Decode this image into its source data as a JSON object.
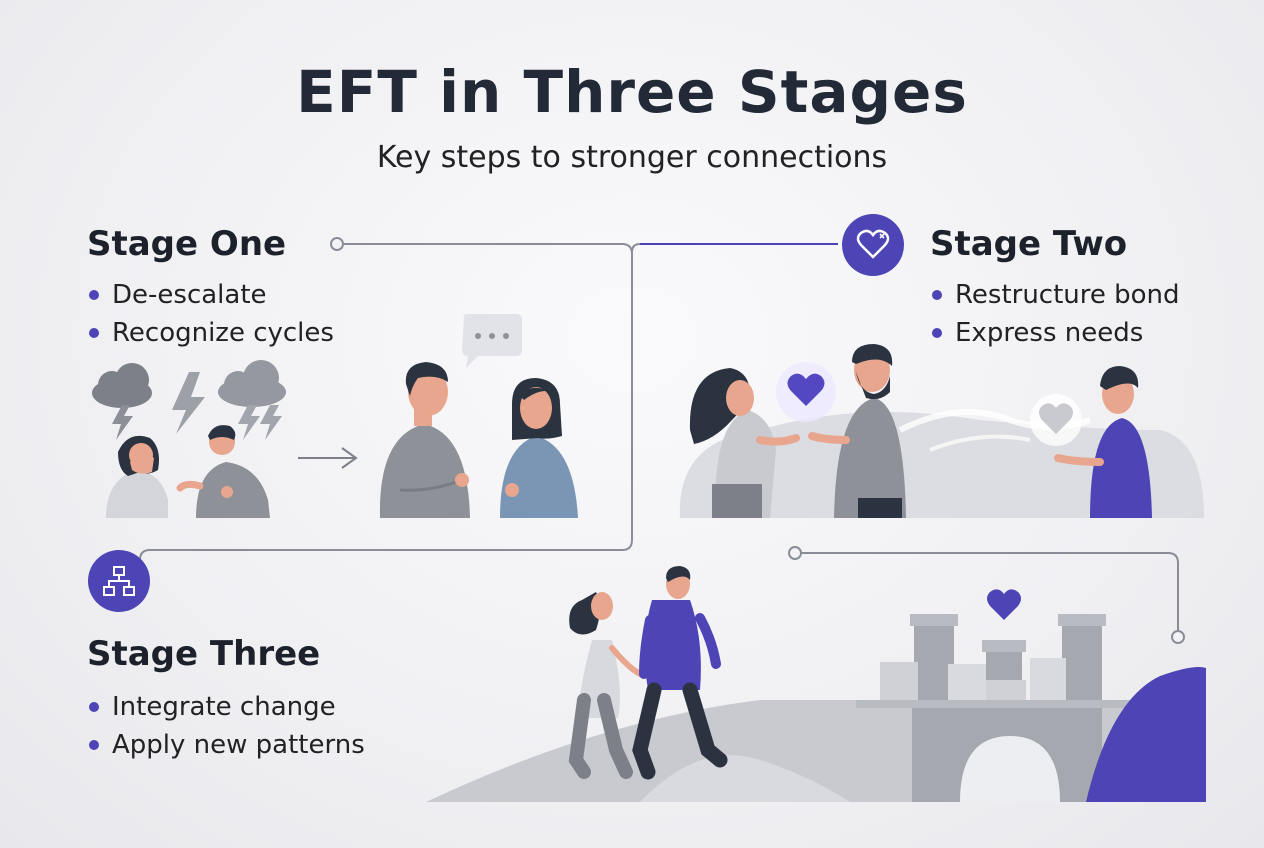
{
  "header": {
    "title": "EFT in Three Stages",
    "subtitle": "Key steps to stronger connections"
  },
  "stages": [
    {
      "title": "Stage One",
      "bullets": [
        "De-escalate",
        "Recognize cycles"
      ],
      "icon": "none"
    },
    {
      "title": "Stage Two",
      "bullets": [
        "Restructure bond",
        "Express needs"
      ],
      "icon": "heart-icon"
    },
    {
      "title": "Stage Three",
      "bullets": [
        "Integrate change",
        "Apply new patterns"
      ],
      "icon": "hierarchy-icon"
    }
  ],
  "colors": {
    "accent": "#4d44b5",
    "connector": "#8a8d98",
    "figure_gray": "#8f9198",
    "figure_light": "#c9cad0",
    "skin": "#e7a68d",
    "hair": "#2b3340"
  }
}
